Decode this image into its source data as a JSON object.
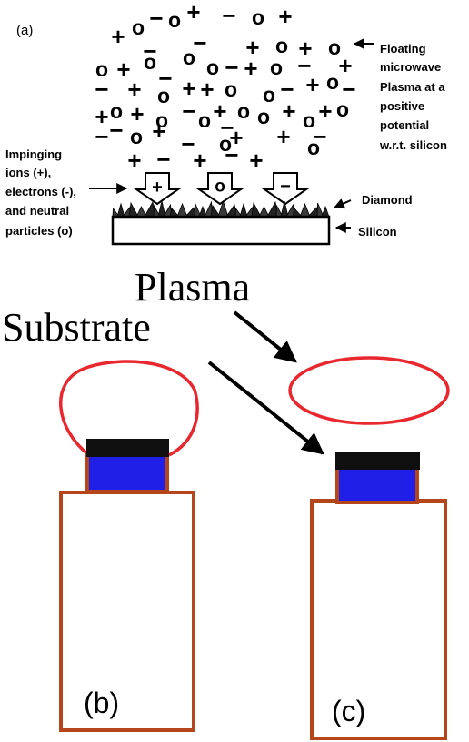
{
  "panel_a": {
    "tag": "(a)",
    "plasma_label": [
      "Floating",
      "microwave",
      "Plasma at a",
      "positive",
      "potential",
      "w.r.t. silicon"
    ],
    "impinging_label": [
      "Impinging",
      "ions (+),",
      "electrons (-),",
      "and neutral",
      "particles (o)"
    ],
    "diamond_label": "Diamond",
    "silicon_label": "Silicon",
    "particle_symbols": {
      "positive": "+",
      "negative": "−",
      "neutral": "o"
    },
    "impinging_symbols": [
      "+",
      "o",
      "−"
    ]
  },
  "panel_bc": {
    "plasma_label": "Plasma",
    "substrate_label": "Substrate",
    "tag_b": "(b)",
    "tag_c": "(c)"
  },
  "colors": {
    "plasma": "#e8282e",
    "holder": "#b5461c",
    "substrate": "#1f1fe8",
    "diamond_cap": "#0f0f0f"
  }
}
